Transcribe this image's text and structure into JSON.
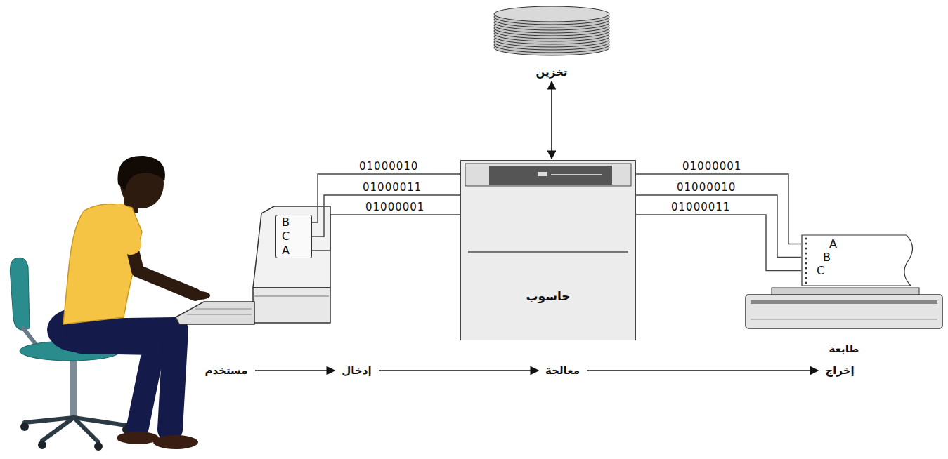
{
  "diagram": {
    "nodes": [
      {
        "text": [
          "تخزين"
        ]
      },
      {
        "text": [
          "B",
          "C",
          "A"
        ]
      },
      {
        "text": [
          "حاسوب"
        ]
      },
      {
        "text": [
          "طابعة"
        ]
      },
      {
        "text": [
          "A",
          "B",
          "C"
        ],
        "in": 3
      },
      {
        "text": [
          "مستخدم"
        ]
      },
      {
        "text": [
          "إدخال"
        ]
      },
      {
        "text": [
          "معالجة"
        ]
      },
      {
        "text": [
          "إخراج"
        ]
      }
    ],
    "edges": [
      {
        "from": 0,
        "to": 2,
        "arrow": "both"
      },
      {
        "from": 1,
        "to": 2,
        "label": "01000010",
        "arrow": "none"
      },
      {
        "from": 1,
        "to": 2,
        "label": "01000011",
        "arrow": "none"
      },
      {
        "from": 1,
        "to": 2,
        "label": "01000001",
        "arrow": "none"
      },
      {
        "from": 2,
        "to": 4,
        "label": "01000001",
        "arrow": "none"
      },
      {
        "from": 2,
        "to": 4,
        "label": "01000010",
        "arrow": "none"
      },
      {
        "from": 2,
        "to": 4,
        "label": "01000011",
        "arrow": "none"
      },
      {
        "from": 5,
        "to": 6,
        "arrow": "to"
      },
      {
        "from": 6,
        "to": 7,
        "arrow": "to"
      },
      {
        "from": 7,
        "to": 8,
        "arrow": "to"
      }
    ]
  }
}
